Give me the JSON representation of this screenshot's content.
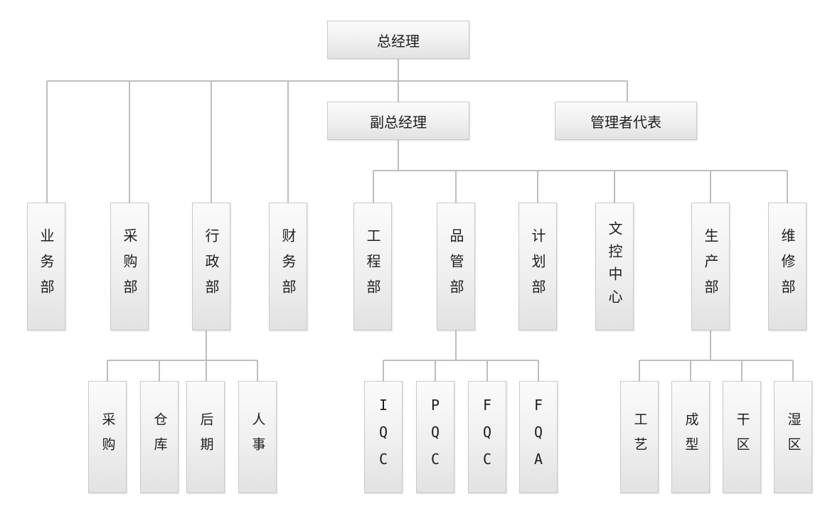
{
  "nodes": {
    "gm": "总经理",
    "vgm": "副总经理",
    "mr": "管理者代表",
    "ye_wu": "业务部",
    "cai_gou_bu": "采购部",
    "xing_zheng": "行政部",
    "cai_wu": "财务部",
    "gong_cheng": "工程部",
    "pin_guan": "品管部",
    "ji_hua": "计划部",
    "wen_kong": "文控中心",
    "sheng_chan": "生产部",
    "wei_xiu": "维修部",
    "cai_gou": "采购",
    "cang_ku": "仓库",
    "hou_qi": "后期",
    "ren_shi": "人事",
    "iqc": "IQC",
    "pqc": "PQC",
    "fqc": "FQC",
    "fqa": "FQA",
    "gong_yi": "工艺",
    "cheng_xing": "成型",
    "gan_qu": "干区",
    "shi_qu": "湿区"
  },
  "colors": {
    "connector": "#bdbdbd",
    "box_border": "#c9c9c9",
    "text": "#1e1e1e"
  }
}
